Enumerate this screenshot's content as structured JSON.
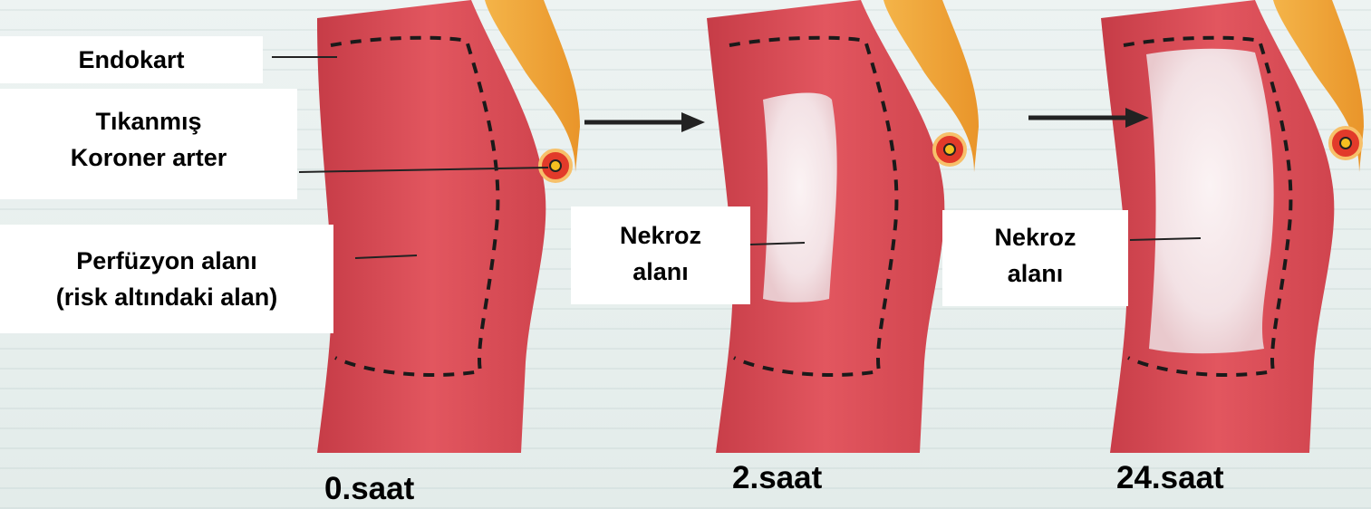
{
  "labels": {
    "endokart": "Endokart",
    "tikanmis_line1": "Tıkanmış",
    "tikanmis_line2": "Koroner arter",
    "perfuzyon_line1": "Perfüzyon alanı",
    "perfuzyon_line2": "(risk altındaki alan)",
    "nekroz_line1": "Nekroz",
    "nekroz_line2": "alanı"
  },
  "times": [
    "0.saat",
    "2.saat",
    "24.saat"
  ],
  "colors": {
    "myocardium": "#e0505a",
    "myocardium_dark": "#c93a45",
    "epicardial_fat": "#f0a83c",
    "necrosis": "#f6e8ea",
    "artery_ring": "#e23a2a",
    "artery_lumen": "#f5c020",
    "background": "#e9f0ef"
  }
}
